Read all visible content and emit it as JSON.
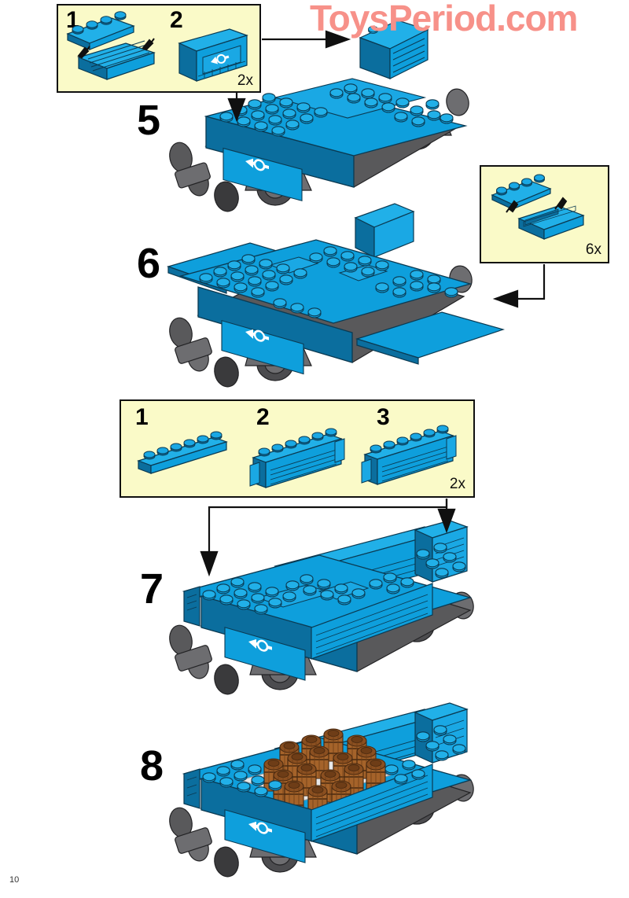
{
  "page": {
    "number": "10",
    "watermark": "ToysPeriod.com",
    "watermark_color": "#F79189",
    "background": "#FFFFFF"
  },
  "palette": {
    "lego_blue": "#0E9FDC",
    "lego_blue_mid": "#1389C4",
    "lego_blue_dark": "#0B6E9E",
    "lego_blue_light": "#4FC3EE",
    "dark_gray": "#59595B",
    "gray_mid": "#787878",
    "gray_dark": "#3A3A3C",
    "barrel_brown": "#A5632A",
    "barrel_brown_dark": "#7A4519",
    "callout_fill": "#FAFAC8",
    "outline": "#101010",
    "white": "#FFFFFF"
  },
  "callouts": [
    {
      "id": "callout-a",
      "substeps": [
        {
          "label": "1",
          "part": "hinge-plate-and-grille-panel"
        },
        {
          "label": "2",
          "part": "train-logo-door-panel"
        }
      ],
      "quantity": "2x"
    },
    {
      "id": "callout-b",
      "substeps": [
        {
          "label": "",
          "part": "hinge-plate-and-smooth-panel"
        }
      ],
      "quantity": "6x"
    },
    {
      "id": "callout-c",
      "substeps": [
        {
          "label": "1",
          "part": "plate-1x6"
        },
        {
          "label": "2",
          "part": "fence-panel-with-hinge-left"
        },
        {
          "label": "3",
          "part": "fence-panel-with-hinge-right"
        }
      ],
      "quantity": "2x"
    }
  ],
  "steps": [
    {
      "number": "5",
      "name": "step-5",
      "description": "Blue train flatbed wagon with side logo panel and dark gray bogies"
    },
    {
      "number": "6",
      "name": "step-6",
      "description": "Flatbed wagon with hinged side panels folded flat outward"
    },
    {
      "number": "7",
      "name": "step-7",
      "description": "Wagon with raised fence side walls assembled"
    },
    {
      "number": "8",
      "name": "step-8",
      "description": "Completed wagon loaded with brown barrels"
    }
  ],
  "arrows": [
    {
      "name": "arrow-callout-a-to-model",
      "direction": "right"
    },
    {
      "name": "arrow-callout-a-to-step5",
      "direction": "down"
    },
    {
      "name": "arrow-callout-b-to-step6",
      "direction": "left"
    },
    {
      "name": "arrow-callout-c-to-step7-left",
      "direction": "down"
    },
    {
      "name": "arrow-callout-c-to-step7-right",
      "direction": "down"
    }
  ]
}
